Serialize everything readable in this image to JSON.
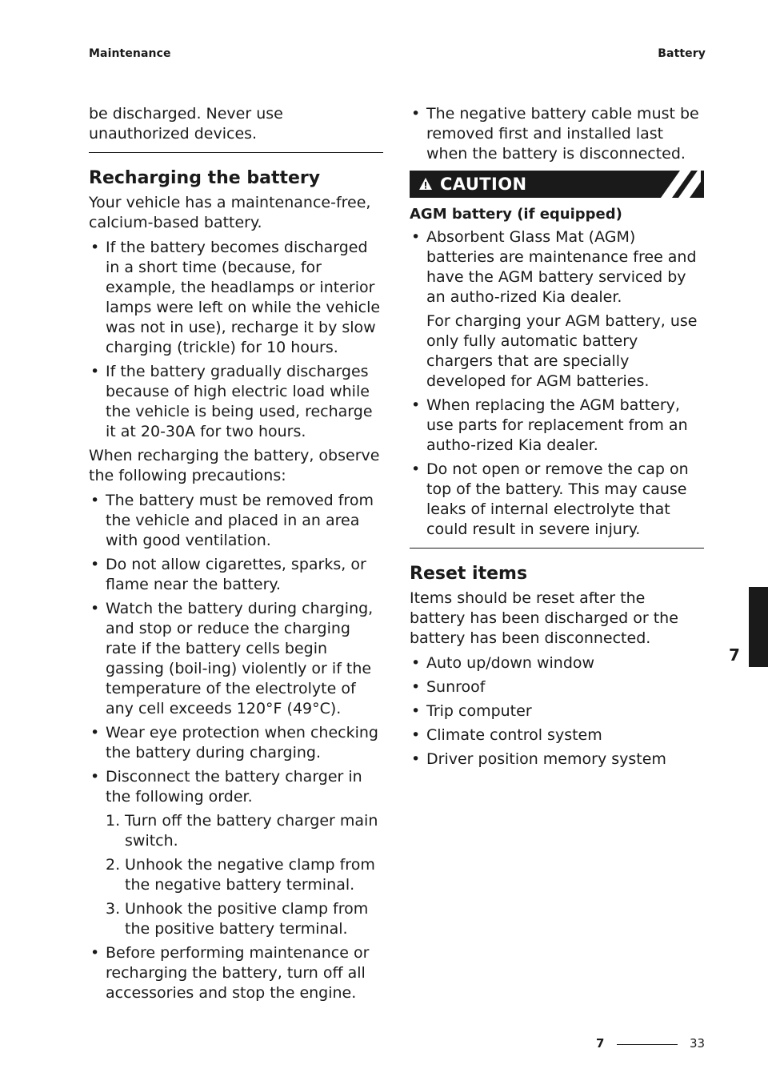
{
  "header": {
    "left": "Maintenance",
    "right": "Battery"
  },
  "left_column": {
    "intro": "be discharged. Never use unauthorized devices.",
    "section_title": "Recharging the battery",
    "section_intro": "Your vehicle has a maintenance-free, calcium-based battery.",
    "bullets_a": [
      "If the battery becomes discharged in a short time (because, for example, the headlamps or interior lamps were left on while the vehicle was not in use), recharge it by slow charging (trickle) for 10 hours.",
      "If the battery gradually discharges because of high electric load while the vehicle is being used, recharge it at 20-30A for two hours."
    ],
    "precautions_intro": "When recharging the battery, observe the following precautions:",
    "bullets_b": [
      "The battery must be removed from the vehicle and placed in an area with good ventilation.",
      "Do not allow cigarettes, sparks, or flame near the battery.",
      "Watch the battery during charging, and stop or reduce the charging rate if the battery cells begin gassing (boil-ing) violently or if the temperature of the electrolyte of any cell exceeds 120°F (49°C).",
      "Wear eye protection when checking the battery during charging.",
      "Disconnect the battery charger in the following order."
    ],
    "steps": [
      {
        "num": "1.",
        "text": "Turn off the battery charger main switch."
      },
      {
        "num": "2.",
        "text": "Unhook the negative clamp from the negative battery terminal."
      },
      {
        "num": "3.",
        "text": "Unhook the positive clamp from the positive battery terminal."
      }
    ],
    "bullet_last": "Before performing maintenance or recharging the battery, turn off all accessories and stop the engine."
  },
  "right_column": {
    "bullet_top": "The negative battery cable must be removed first and installed last when the battery is disconnected.",
    "caution_label": "CAUTION",
    "caution_subhead": "AGM battery (if equipped)",
    "caution_bullet_1": "Absorbent Glass Mat (AGM) batteries are maintenance free and have the AGM battery serviced by an autho-rized Kia dealer.",
    "caution_bullet_1_extra": "For charging your AGM battery, use only fully automatic battery chargers that are specially developed for AGM batteries.",
    "caution_bullets_rest": [
      "When replacing the AGM battery, use parts for replacement from an autho-rized Kia dealer.",
      "Do not open or remove the cap on top of the battery. This may cause leaks of internal electrolyte that could result in severe injury."
    ],
    "reset_title": "Reset items",
    "reset_intro": "Items should be reset after the battery has been discharged or the battery has been disconnected.",
    "reset_items": [
      "Auto up/down window",
      "Sunroof",
      "Trip computer",
      "Climate control system",
      "Driver position memory system"
    ]
  },
  "side_tab": {
    "chapter": "7"
  },
  "footer": {
    "chapter": "7",
    "page": "33"
  },
  "colors": {
    "text": "#1a1a1a",
    "caution_bg": "#1a1a1a",
    "caution_text": "#ffffff"
  },
  "icons": {
    "caution": "warning-triangle-icon"
  }
}
